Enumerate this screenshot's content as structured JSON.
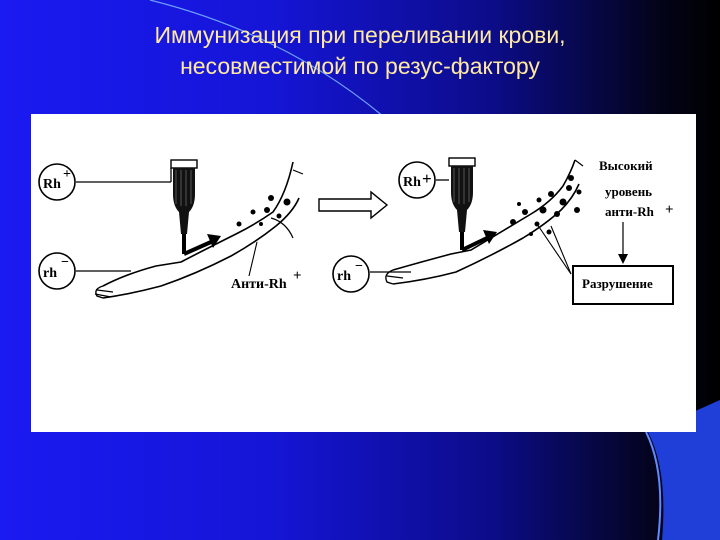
{
  "slide": {
    "title_line1": "Иммунизация при переливании крови,",
    "title_line2": "несовместимой по резус-фактору",
    "title_color": "#ffe9a0",
    "background_colors": [
      "#1a1af2",
      "#0c0c8a",
      "#000000"
    ],
    "accent_line_color": "#6ea0ff"
  },
  "diagram": {
    "left": {
      "donor_label": "Rh",
      "donor_sign": "+",
      "recipient_label": "rh",
      "recipient_sign": "−",
      "antibody_label": "Анти-Rh",
      "antibody_sign": "+"
    },
    "right": {
      "donor_label": "Rh",
      "donor_sign": "+",
      "recipient_label": "rh",
      "recipient_sign": "−",
      "note_line1": "Высокий",
      "note_line2": "уровень",
      "note_line3": "анти-Rh",
      "note_sign": "+",
      "result_label": "Разрушение"
    }
  }
}
